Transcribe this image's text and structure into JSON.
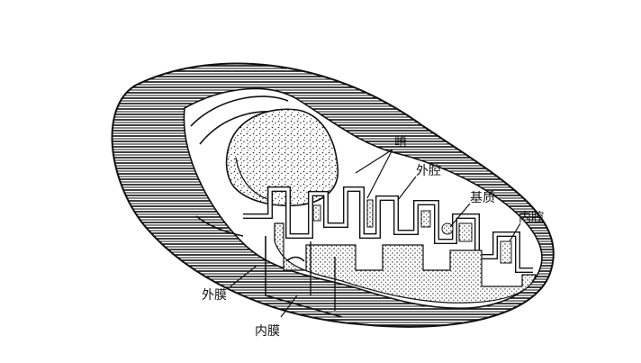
{
  "diagram": {
    "labels": {
      "cristae": "嵴",
      "outer_chamber": "外腔",
      "matrix": "基质",
      "inner_chamber": "内腔",
      "outer_membrane": "外膜",
      "inner_membrane": "内膜"
    }
  }
}
